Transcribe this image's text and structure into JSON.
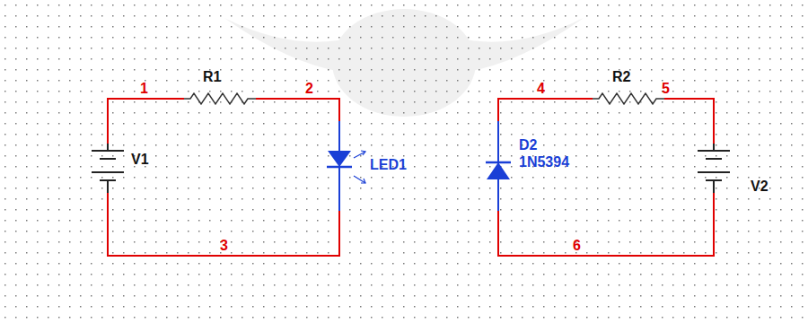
{
  "diagram": {
    "labels": [
      "1",
      "R1",
      "2",
      "V1",
      "LED1",
      "3",
      "4",
      "R2",
      "5",
      "D2",
      "1N5394",
      "V2",
      "6"
    ]
  }
}
